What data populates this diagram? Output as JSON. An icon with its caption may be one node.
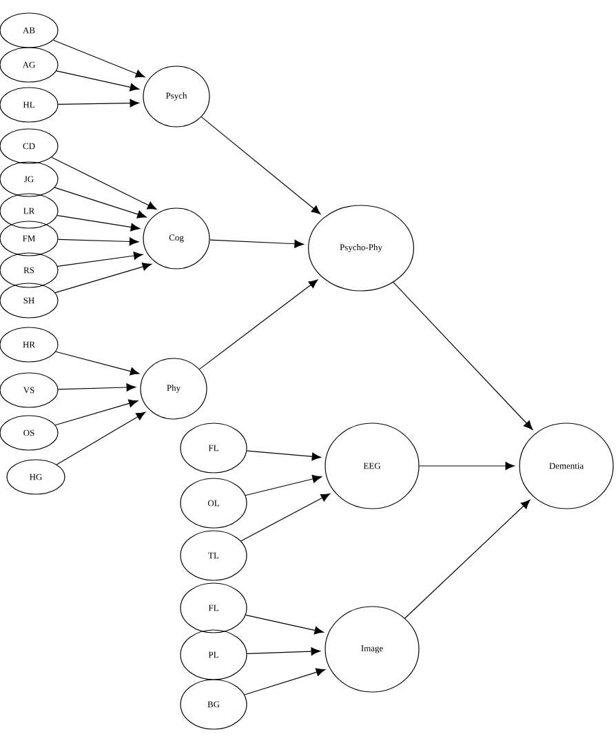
{
  "diagram": {
    "nodes": [
      {
        "text": [
          "AB"
        ]
      },
      {
        "text": [
          "AG"
        ]
      },
      {
        "text": [
          "HL"
        ]
      },
      {
        "text": [
          "Psych"
        ]
      },
      {
        "text": [
          "CD"
        ]
      },
      {
        "text": [
          "JG"
        ]
      },
      {
        "text": [
          "LR"
        ]
      },
      {
        "text": [
          "FM"
        ]
      },
      {
        "text": [
          "RS"
        ]
      },
      {
        "text": [
          "SH"
        ]
      },
      {
        "text": [
          "Cog"
        ]
      },
      {
        "text": [
          "HR"
        ]
      },
      {
        "text": [
          "VS"
        ]
      },
      {
        "text": [
          "OS"
        ]
      },
      {
        "text": [
          "HG"
        ]
      },
      {
        "text": [
          "Phy"
        ]
      },
      {
        "text": [
          "Psycho-Phy"
        ]
      },
      {
        "text": [
          "FL"
        ]
      },
      {
        "text": [
          "OL"
        ]
      },
      {
        "text": [
          "TL"
        ]
      },
      {
        "text": [
          "EEG"
        ]
      },
      {
        "text": [
          "FL"
        ]
      },
      {
        "text": [
          "PL"
        ]
      },
      {
        "text": [
          "BG"
        ]
      },
      {
        "text": [
          "Image"
        ]
      },
      {
        "text": [
          "Dementia"
        ]
      }
    ],
    "edges": [
      {
        "from": 0,
        "to": 3,
        "arrow": "to"
      },
      {
        "from": 1,
        "to": 3,
        "arrow": "to"
      },
      {
        "from": 2,
        "to": 3,
        "arrow": "to"
      },
      {
        "from": 4,
        "to": 10,
        "arrow": "to"
      },
      {
        "from": 5,
        "to": 10,
        "arrow": "to"
      },
      {
        "from": 6,
        "to": 10,
        "arrow": "to"
      },
      {
        "from": 7,
        "to": 10,
        "arrow": "to"
      },
      {
        "from": 8,
        "to": 10,
        "arrow": "to"
      },
      {
        "from": 9,
        "to": 10,
        "arrow": "to"
      },
      {
        "from": 11,
        "to": 15,
        "arrow": "to"
      },
      {
        "from": 12,
        "to": 15,
        "arrow": "to"
      },
      {
        "from": 13,
        "to": 15,
        "arrow": "to"
      },
      {
        "from": 14,
        "to": 15,
        "arrow": "to"
      },
      {
        "from": 3,
        "to": 16,
        "arrow": "to"
      },
      {
        "from": 10,
        "to": 16,
        "arrow": "to"
      },
      {
        "from": 15,
        "to": 16,
        "arrow": "to"
      },
      {
        "from": 17,
        "to": 20,
        "arrow": "to"
      },
      {
        "from": 18,
        "to": 20,
        "arrow": "to"
      },
      {
        "from": 19,
        "to": 20,
        "arrow": "to"
      },
      {
        "from": 21,
        "to": 24,
        "arrow": "to"
      },
      {
        "from": 22,
        "to": 24,
        "arrow": "to"
      },
      {
        "from": 23,
        "to": 24,
        "arrow": "to"
      },
      {
        "from": 16,
        "to": 25,
        "arrow": "to"
      },
      {
        "from": 20,
        "to": 25,
        "arrow": "to"
      },
      {
        "from": 24,
        "to": 25,
        "arrow": "to"
      }
    ]
  }
}
